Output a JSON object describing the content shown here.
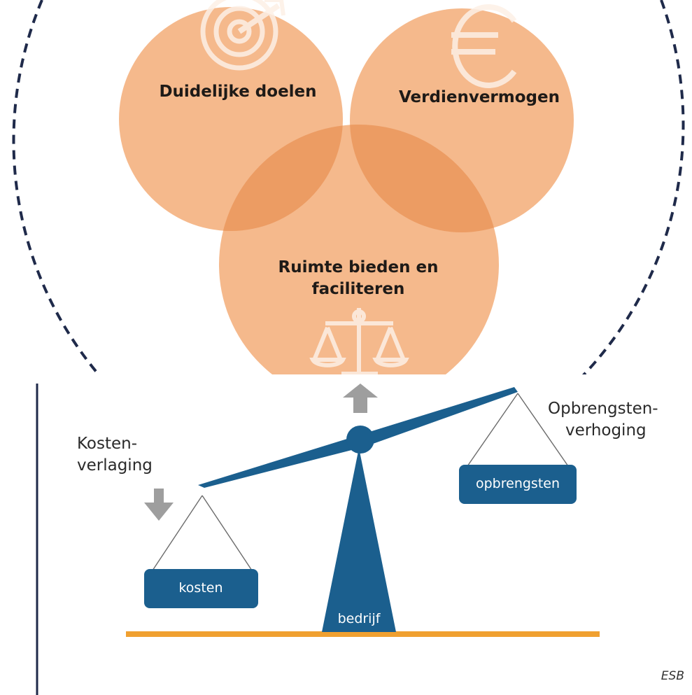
{
  "venn": {
    "circle_1": "Duidelijke doelen",
    "circle_2": "Verdienvermogen",
    "circle_3_line_1": "Ruimte bieden en",
    "circle_3_line_2": "faciliteren",
    "icons": [
      "target-icon",
      "euro-icon",
      "balance-scale-icon"
    ],
    "colors": {
      "circle_fill": "#f5b98c",
      "overlap": "#ec9c63",
      "center": "#e58c4f",
      "dashed_ring": "#1f2a4a"
    }
  },
  "scale": {
    "left_label_line_1": "Kosten-",
    "left_label_line_2": "verlaging",
    "right_label_line_1": "Opbrengsten-",
    "right_label_line_2": "verhoging",
    "left_pan": "kosten",
    "right_pan": "opbrengsten",
    "base": "bedrijf",
    "source": "ESB",
    "icons": [
      "arrow-down-icon",
      "arrow-up-icon"
    ],
    "colors": {
      "blue": "#1b5f8e",
      "ground": "#f0a030",
      "arrow": "#9e9e9e",
      "frame": "#1f2a4a"
    }
  }
}
